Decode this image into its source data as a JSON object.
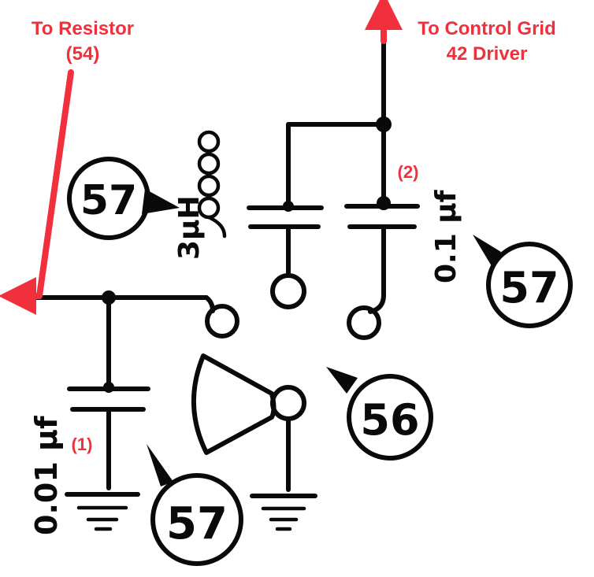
{
  "annotations": {
    "resistor_line1": "To Resistor",
    "resistor_line2": "(54)",
    "grid_line1": "To Control Grid",
    "grid_line2": "42 Driver",
    "cap1": "(1)",
    "cap2": "(2)"
  },
  "component_labels": {
    "cap1_value": "0.01 µf",
    "cap2_value": "0.1 µf",
    "coil_value": "3µH"
  },
  "bubbles": {
    "coil_ref": "57",
    "cap2_ref": "57",
    "cap1_ref": "57",
    "tube_ref": "56"
  },
  "colors": {
    "annotation": "#f0303c",
    "ink": "#0a0a0a"
  }
}
